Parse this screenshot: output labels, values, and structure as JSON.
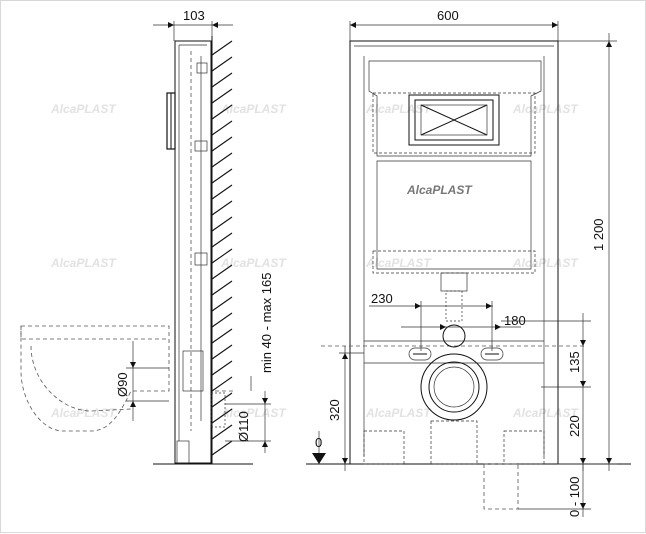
{
  "watermark": "AlcaPLAST",
  "brand_logo": "AlcaPLAST",
  "side_view": {
    "depth_label": "103",
    "wall_offset_label": "min 40 - max 165",
    "inlet_pipe_label": "Ø90",
    "outlet_pipe_label": "Ø110"
  },
  "front_view": {
    "width_label": "600",
    "height_label": "1 200",
    "bolt_spacing_label": "230",
    "pipe_spacing_label": "180",
    "upper_height_label": "135",
    "lower_height_label": "220",
    "outlet_height_label": "320",
    "floor_label": "0",
    "adjust_label": "0 - 100"
  },
  "colors": {
    "line": "#111111",
    "watermark": "#e2e2e2"
  }
}
